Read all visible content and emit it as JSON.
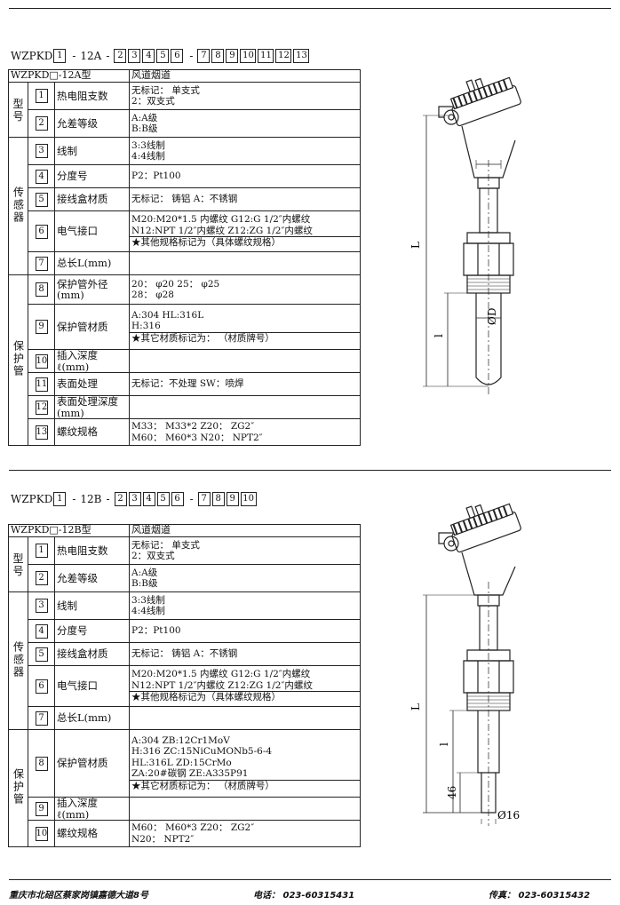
{
  "section_a": {
    "model": {
      "prefix": "WZPKD",
      "n1": "1",
      "mid": "12A",
      "g1": [
        "2",
        "3",
        "4",
        "5",
        "6"
      ],
      "g2": [
        "7",
        "8",
        "9",
        "10",
        "11",
        "12",
        "13"
      ]
    },
    "header": {
      "type": "WZPKD□-12A型",
      "app": "风道烟道"
    },
    "groups": {
      "xing": "型号",
      "sensor": "传感器",
      "tube": "保护管"
    },
    "rows": [
      {
        "n": "1",
        "name": "热电阻支数",
        "opts": [
          "无标记：  单支式",
          "2：双支式"
        ]
      },
      {
        "n": "2",
        "name": "允差等级",
        "opts": [
          "A:A级",
          "B:B级"
        ]
      },
      {
        "n": "3",
        "name": "线制",
        "opts": [
          "3:3线制",
          "4:4线制"
        ]
      },
      {
        "n": "4",
        "name": "分度号",
        "opts": [
          "P2：Pt100"
        ]
      },
      {
        "n": "5",
        "name": "接线盒材质",
        "opts": [
          "无标记：  铸铝          A：不锈钢"
        ]
      },
      {
        "n": "6",
        "name": "电气接口",
        "opts": [
          "M20:M20*1.5 内螺纹    G12:G 1/2″内螺纹",
          "N12:NPT 1/2″内螺纹    Z12:ZG 1/2″内螺纹"
        ],
        "note": "★其他规格标记为（具体螺纹规格）"
      },
      {
        "n": "7",
        "name": "总长L(mm)",
        "opts": []
      },
      {
        "n": "8",
        "name": "保护管外径(mm)",
        "opts": [
          "20：  φ20                25：  φ25",
          "28：  φ28"
        ]
      },
      {
        "n": "9",
        "name": "保护管材质",
        "opts": [
          "A:304             HL:316L",
          "H:316"
        ],
        "note": "★其它材质标记为：  （材质牌号）"
      },
      {
        "n": "10",
        "name": "插入深度ℓ(mm)",
        "opts": []
      },
      {
        "n": "11",
        "name": "表面处理",
        "opts": [
          "无标记：不处理          SW：喷焊"
        ]
      },
      {
        "n": "12",
        "name": "表面处理深度(mm)",
        "opts": []
      },
      {
        "n": "13",
        "name": "螺纹规格",
        "opts": [
          "M33：  M33*2          Z20：   ZG2″",
          "M60：  M60*3          N20：  NPT2″"
        ]
      }
    ],
    "drawing": {
      "L": "L",
      "l": "l",
      "od": "ØD"
    }
  },
  "section_b": {
    "model": {
      "prefix": "WZPKD",
      "n1": "1",
      "mid": "12B",
      "g1": [
        "2",
        "3",
        "4",
        "5",
        "6"
      ],
      "g2": [
        "7",
        "8",
        "9",
        "10"
      ]
    },
    "header": {
      "type": "WZPKD□-12B型",
      "app": "风道烟道"
    },
    "groups": {
      "xing": "型号",
      "sensor": "传感器",
      "tube": "保护管"
    },
    "rows": [
      {
        "n": "1",
        "name": "热电阻支数",
        "opts": [
          "无标记：  单支式",
          "2：双支式"
        ]
      },
      {
        "n": "2",
        "name": "允差等级",
        "opts": [
          "A:A级",
          "B:B级"
        ]
      },
      {
        "n": "3",
        "name": "线制",
        "opts": [
          "3:3线制",
          "4:4线制"
        ]
      },
      {
        "n": "4",
        "name": "分度号",
        "opts": [
          "P2：Pt100"
        ]
      },
      {
        "n": "5",
        "name": "接线盒材质",
        "opts": [
          "无标记：  铸铝          A：不锈钢"
        ]
      },
      {
        "n": "6",
        "name": "电气接口",
        "opts": [
          "M20:M20*1.5 内螺纹    G12:G 1/2″内螺纹",
          "N12:NPT 1/2″内螺纹    Z12:ZG 1/2″内螺纹"
        ],
        "note": "★其他规格标记为（具体螺纹规格）"
      },
      {
        "n": "7",
        "name": "总长L(mm)",
        "opts": []
      },
      {
        "n": "8",
        "name": "保护管材质",
        "opts": [
          "A:304               ZB:12Cr1MoV",
          "H:316               ZC:15NiCuMONb5-6-4",
          "HL:316L             ZD:15CrMo",
          "ZA:20#碳钢           ZE:A335P91"
        ],
        "note": "★其它材质标记为：  （材质牌号）"
      },
      {
        "n": "9",
        "name": "插入深度ℓ(mm)",
        "opts": []
      },
      {
        "n": "10",
        "name": "螺纹规格",
        "opts": [
          "M60：  M60*3          Z20：   ZG2″",
          "N20：  NPT2″"
        ]
      }
    ],
    "drawing": {
      "L": "L",
      "l": "l",
      "d46": "46",
      "d16": "Ø16"
    }
  },
  "footer": {
    "address": "重庆市北碚区蔡家岗镇嘉德大道8号",
    "phone": "电话：  023-60315431",
    "fax": "传真：  023-60315432"
  }
}
